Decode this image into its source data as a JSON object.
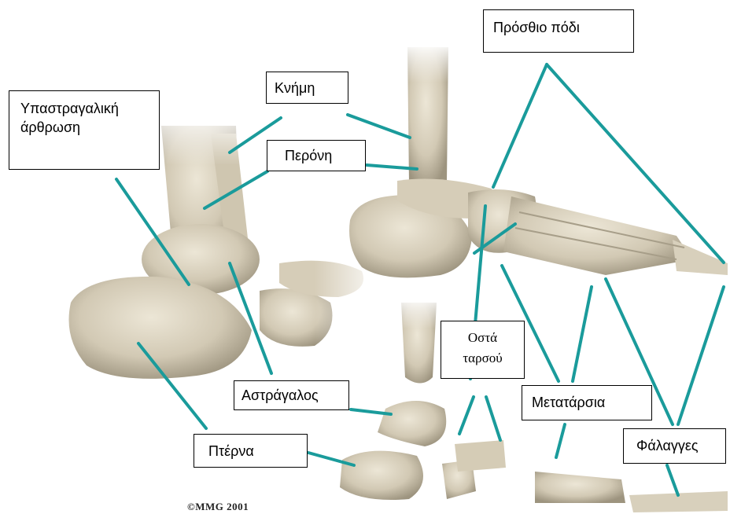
{
  "labels": {
    "subtalar": [
      "Υπαστραγαλική",
      "άρθρωση"
    ],
    "tibia": "Κνήμη",
    "fibula": "Περόνη",
    "forefoot": "Πρόσθιο πόδι",
    "tarsals": [
      "Οστά",
      "ταρσού"
    ],
    "talus": "Αστράγαλος",
    "calcaneus": "Πτέρνα",
    "metatarsals": "Μετατάρσια",
    "phalanges": "Φάλαγγες"
  },
  "copyright": "©MMG 2001",
  "colors": {
    "leader": "#1a9b9b",
    "bone": "#d9d1bd",
    "bone_shadow": "#a89f8a"
  }
}
